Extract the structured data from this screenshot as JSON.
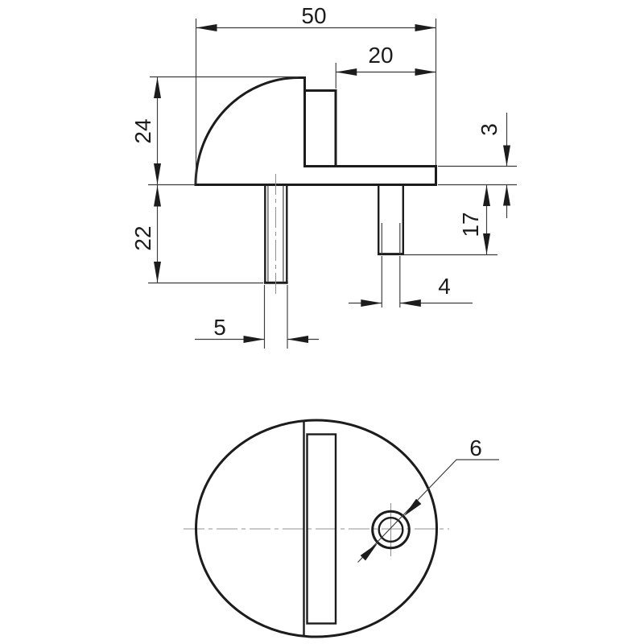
{
  "dimensions": {
    "overall_width": "50",
    "flange_width": "20",
    "dome_height": "24",
    "left_pin_length": "22",
    "plate_thickness": "3",
    "right_pin_length": "17",
    "left_pin_diameter": "5",
    "right_pin_diameter": "4",
    "hole_diameter": "6"
  },
  "colors": {
    "outline": "#1c1c1c",
    "dimension": "#3d3d3d",
    "centerline": "#909090",
    "background": "#ffffff",
    "text": "#1c1c1c"
  }
}
